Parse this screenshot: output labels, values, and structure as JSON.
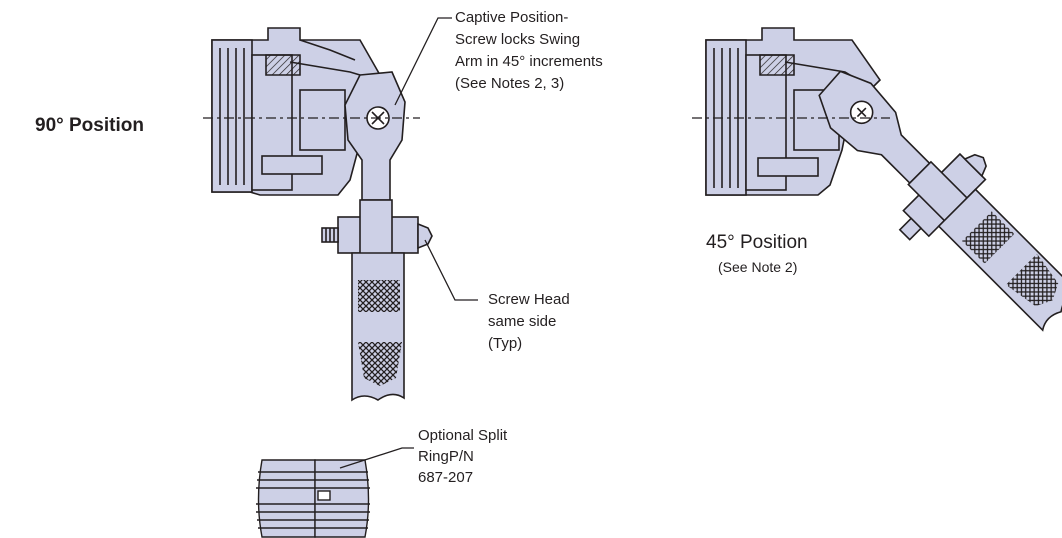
{
  "labels": {
    "pos90": "90° Position",
    "captive": [
      "Captive Position-",
      "Screw locks Swing",
      "Arm in 45° increments",
      "(See Notes 2, 3)"
    ],
    "screwhead": [
      "Screw Head",
      "same side",
      "(Typ)"
    ],
    "split": [
      "Optional Split",
      "RingP/N",
      "687-207"
    ],
    "pos45": "45° Position",
    "pos45note": "(See Note 2)"
  },
  "colors": {
    "fill": "#cdd0e6",
    "stroke": "#231f20"
  }
}
